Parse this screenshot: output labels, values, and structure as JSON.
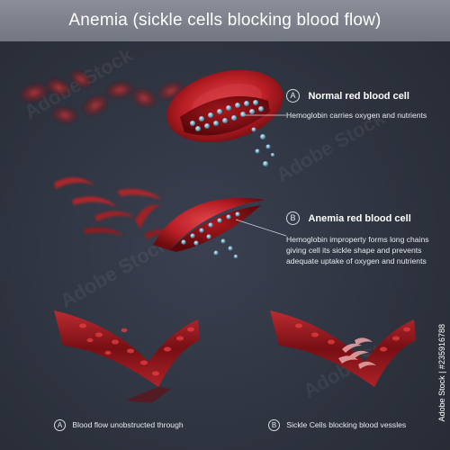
{
  "title": "Anemia (sickle cells blocking blood flow)",
  "section_a": {
    "badge": "A",
    "title": "Normal red blood cell",
    "description": "Hemoglobin carries oxygen and nutrients"
  },
  "section_b": {
    "badge": "B",
    "title": "Anemia red blood cell",
    "description_lines": [
      "Hemoglobin improperty forms long chains",
      "giving cell its sickle shape and prevents",
      "adequate uptake of oxygen and nutrients"
    ]
  },
  "bottom_a": {
    "badge": "A",
    "text": "Blood flow unobstructed through"
  },
  "bottom_b": {
    "badge": "B",
    "text": "Sickle Cells blocking blood vessles"
  },
  "side_code": "Adobe Stock | #235916788",
  "watermark": "Adobe Stock",
  "colors": {
    "background": "#2f3440",
    "title_bar": "#7c808a",
    "cell_red": "#c0262a",
    "cell_dark": "#7d1014",
    "vessel": "#8e1418",
    "hemoglobin": "#7fb8d0"
  }
}
